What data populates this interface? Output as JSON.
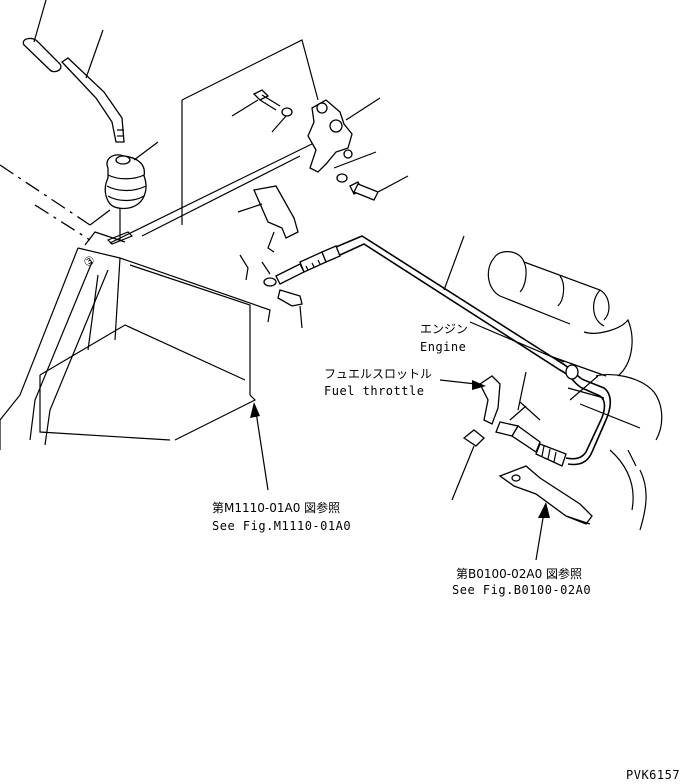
{
  "labels": {
    "engine_jp": "エンジン",
    "engine_en": "Engine",
    "fuel_throttle_jp": "フュエルスロットル",
    "fuel_throttle_en": "Fuel throttle",
    "ref1_jp": "第M1110-01A0 図参照",
    "ref1_en": "See Fig.M1110-01A0",
    "ref2_jp": "第B0100-02A0 図参照",
    "ref2_en": "See Fig.B0100-02A0",
    "drawing_code": "PVK6157"
  }
}
